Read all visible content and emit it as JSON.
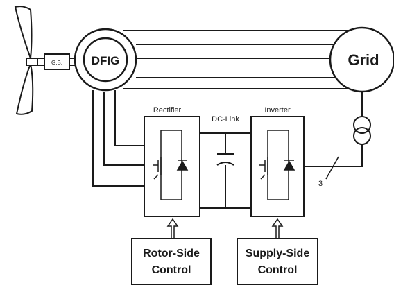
{
  "labels": {
    "gearbox": "G.B.",
    "generator": "DFIG",
    "grid": "Grid",
    "rectifier": "Rectifier",
    "dc_link": "DC-Link",
    "inverter": "Inverter",
    "phase_count": "3",
    "rotor_control_line1": "Rotor-Side",
    "rotor_control_line2": "Control",
    "supply_control_line1": "Supply-Side",
    "supply_control_line2": "Control"
  },
  "colors": {
    "stroke": "#1a1a1a",
    "background": "#ffffff"
  }
}
